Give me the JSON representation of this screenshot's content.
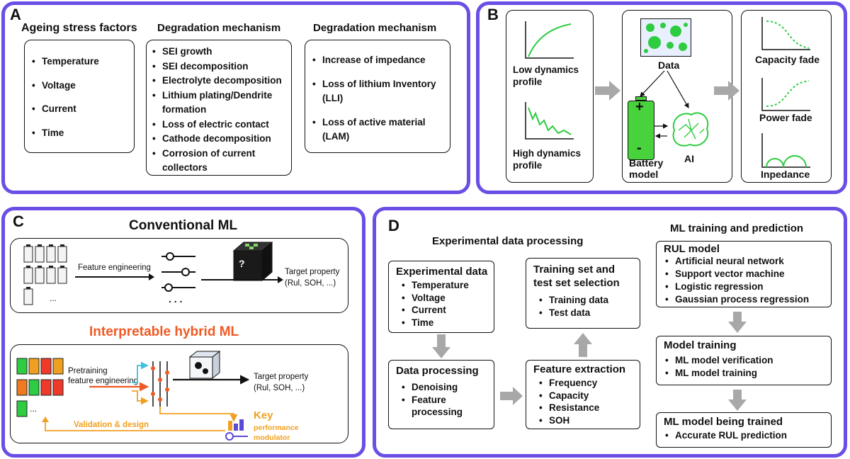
{
  "panel_a": {
    "label": "A",
    "col1": {
      "heading": "Ageing stress factors",
      "items": [
        "Temperature",
        "Voltage",
        "Current",
        "Time"
      ]
    },
    "col2": {
      "heading": "Degradation mechanism",
      "items": [
        "SEI growth",
        "SEI decomposition",
        "Electrolyte decomposition",
        "Lithium plating/Dendrite formation",
        "Loss of electric contact",
        "Cathode decomposition",
        "Corrosion of current collectors"
      ]
    },
    "col3": {
      "heading": "Degradation mechanism",
      "items": [
        "Increase of impedance",
        "Loss of  lithium Inventory (LLI)",
        "Loss of  active material (LAM)"
      ]
    }
  },
  "panel_b": {
    "label": "B",
    "low_profile": "Low dynamics profile",
    "high_profile": "High dynamics profile",
    "data": "Data",
    "battery_model": "Battery model",
    "ai": "AI",
    "plus": "+",
    "minus": "-",
    "capacity_fade": "Capacity fade",
    "power_fade": "Power fade",
    "impedance": "Inpedance"
  },
  "panel_c": {
    "label": "C",
    "conventional_title": "Conventional ML",
    "feature_engineering": "Feature engineering",
    "target_property": "Target property",
    "target_values": "(Rul, SOH, ...)",
    "box_symbol": "?",
    "ellipsis": "...",
    "dots": ". . .",
    "hybrid_title": "Interpretable hybrid ML",
    "pretraining": "Pretraining",
    "pretraining_fe": "feature engineering",
    "hybrid_target": "Target property",
    "hybrid_values": "(Rul, SOH, ...)",
    "validation": "Validation & design",
    "key_modulator": [
      "Key",
      "performance",
      "modulator"
    ]
  },
  "panel_d": {
    "label": "D",
    "exp_processing": "Experimental data processing",
    "ml_training_heading": "ML training and prediction",
    "exp_data": {
      "title": "Experimental data",
      "items": [
        "Temperature",
        "Voltage",
        "Current",
        "Time"
      ]
    },
    "data_processing": {
      "title": "Data processing",
      "items": [
        "Denoising",
        "Feature processing"
      ]
    },
    "training_set": {
      "title": "Training set and test set selection",
      "items": [
        "Training data",
        "Test data"
      ]
    },
    "feature_extraction": {
      "title": "Feature extraction",
      "items": [
        "Frequency",
        "Capacity",
        "Resistance",
        "SOH"
      ]
    },
    "rul_model": {
      "title": "RUL model",
      "items": [
        "Artificial neural network",
        "Support vector machine",
        "Logistic regression",
        "Gaussian process regression"
      ]
    },
    "model_training": {
      "title": "Model training",
      "items": [
        "ML model verification",
        "ML model training"
      ]
    },
    "model_trained": {
      "title": "ML model being trained",
      "items": [
        "Accurate RUL prediction"
      ]
    }
  },
  "colors": {
    "panel_border": "#6a4ee6",
    "green": "#2ecc40",
    "orange": "#ef5a24",
    "amber": "#f0a020",
    "arrow_gray": "#a8a8a8"
  }
}
